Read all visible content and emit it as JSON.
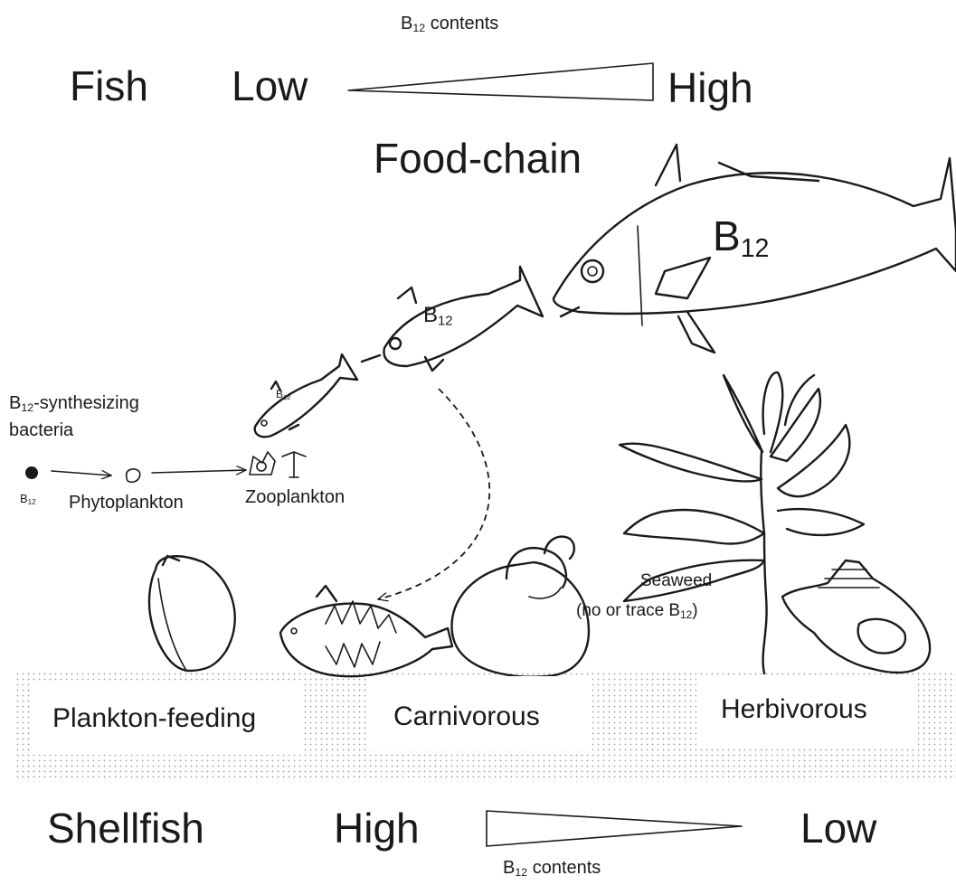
{
  "fish_scale": {
    "title_prefix": "B",
    "title_sub": "12",
    "title_suffix": " contents",
    "group_label": "Fish",
    "left_label": "Low",
    "right_label": "High"
  },
  "food_chain_label": "Food-chain",
  "b12": {
    "main": "B",
    "sub": "12"
  },
  "bacteria": {
    "prefix": "B",
    "sub": "12",
    "line1_suffix": "-synthesizing",
    "line2": "bacteria"
  },
  "plankton": {
    "phytoplankton": "Phytoplankton",
    "zooplankton": "Zooplankton"
  },
  "seaweed": {
    "line1": "Seaweed",
    "line2_prefix": "(no or trace B",
    "line2_sub": "12",
    "line2_suffix": ")"
  },
  "categories": {
    "plankton_feeding": "Plankton-feeding",
    "carnivorous": "Carnivorous",
    "herbivorous": "Herbivorous"
  },
  "shellfish_scale": {
    "group_label": "Shellfish",
    "left_label": "High",
    "right_label": "Low",
    "title_prefix": "B",
    "title_sub": "12",
    "title_suffix": " contents"
  },
  "colors": {
    "ink": "#1a1a1a",
    "sediment_dots": "#9a9a9a",
    "background": "#ffffff"
  }
}
